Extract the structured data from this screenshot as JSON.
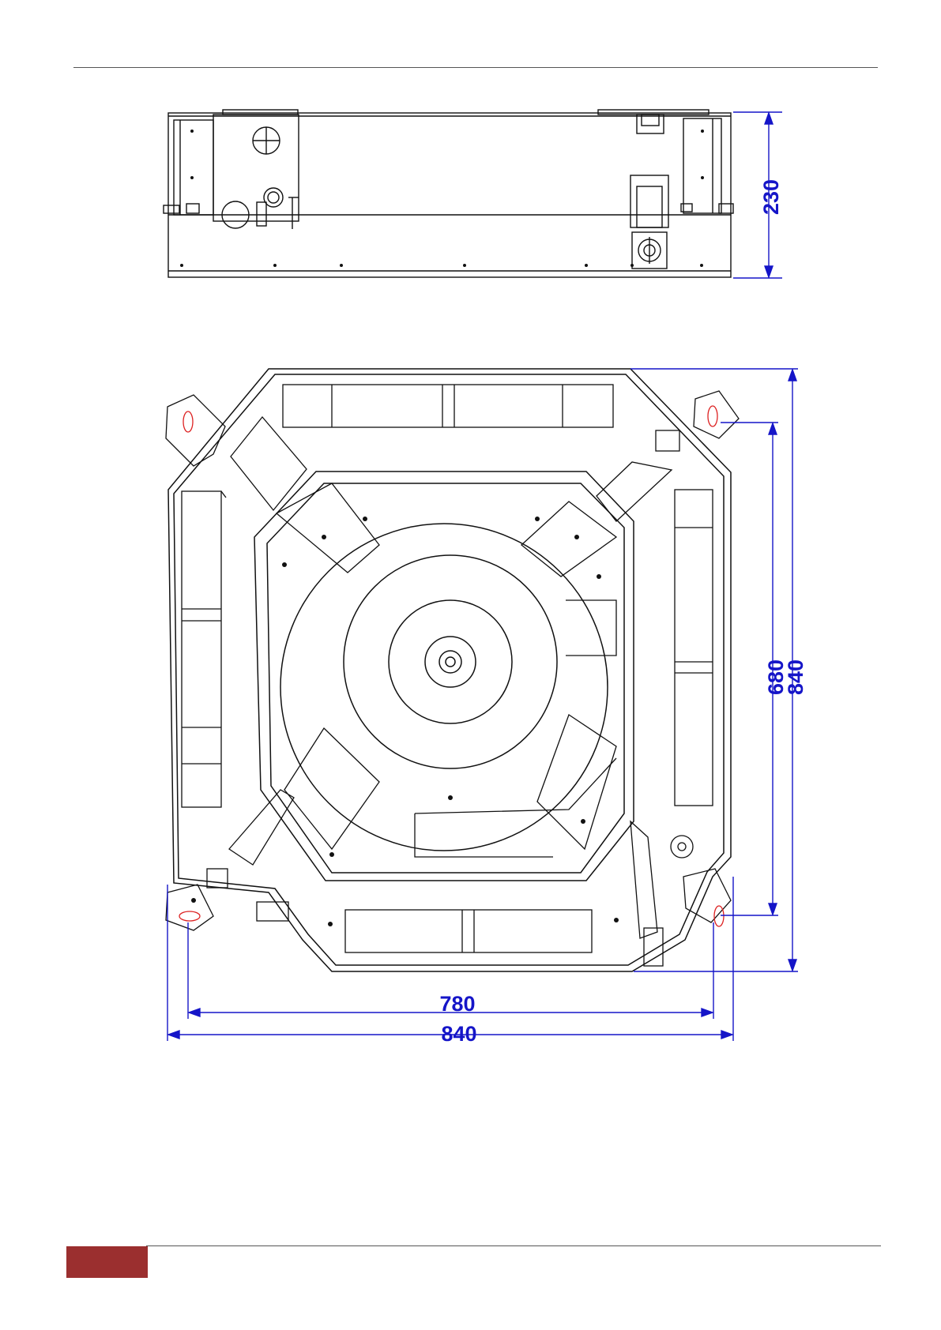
{
  "header_rule": {},
  "side_view": {
    "height_dimension": "230"
  },
  "bottom_view": {
    "inner_height_dimension": "680",
    "outer_height_dimension": "840",
    "inner_width_dimension": "780",
    "outer_width_dimension": "840"
  },
  "footer": {
    "accent_color": "#9b2f2f"
  },
  "colors": {
    "line": "#111111",
    "dimension": "#1515c8"
  }
}
